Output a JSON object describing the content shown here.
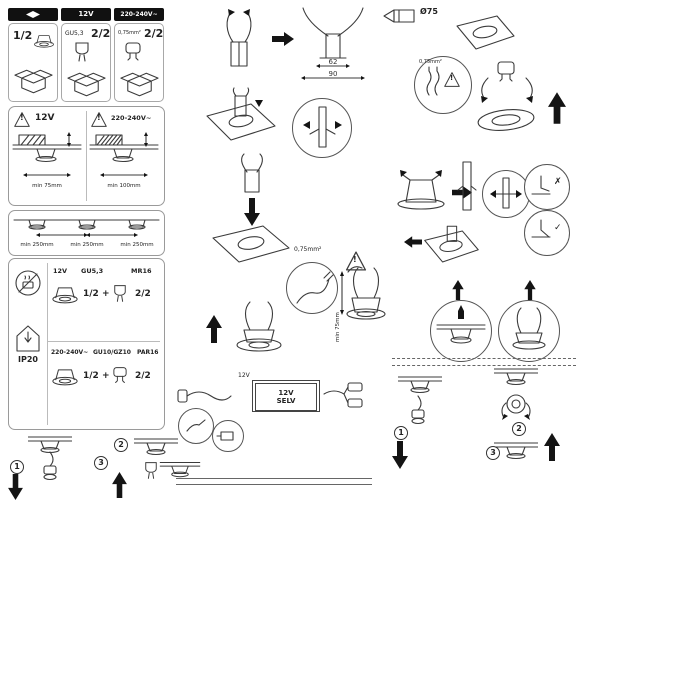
{
  "packaging": {
    "panel1": {
      "step": "1/2"
    },
    "panel2": {
      "header": "12V",
      "lamp": "GU5,3",
      "step": "2/2"
    },
    "panel3": {
      "header": "220-240V~",
      "note": "0,75mm²",
      "step": "2/2"
    }
  },
  "clearance": {
    "left": {
      "label": "12V",
      "dim": "min 75mm"
    },
    "right": {
      "label": "220-240V~",
      "dim": "min 100mm"
    }
  },
  "spacing": {
    "dim": "min 250mm"
  },
  "lamp_table": {
    "ip_rating": "IP20",
    "group1": {
      "voltage": "12V",
      "socket": "GU5,3",
      "lamp_type": "MR16",
      "step1": "1/2",
      "plus": "+",
      "step2": "2/2"
    },
    "group2": {
      "voltage": "220-240V~",
      "socket": "GU10/GZ10",
      "lamp_type": "PAR16",
      "step1": "1/2",
      "plus": "+",
      "step2": "2/2"
    }
  },
  "bracket": {
    "inner_width": "62",
    "outer_width": "90"
  },
  "install": {
    "hole_diameter": "Ø75",
    "cable_gauge": "0,75mm²",
    "recess_depth": "min 75mm"
  },
  "transformer": {
    "line1": "12V",
    "line2": "SELV",
    "output_label": "12V"
  },
  "steps": {
    "n1": "1",
    "n2": "2",
    "n3": "3"
  },
  "marks": {
    "check": "✓",
    "cross": "✗",
    "warning": "!"
  }
}
